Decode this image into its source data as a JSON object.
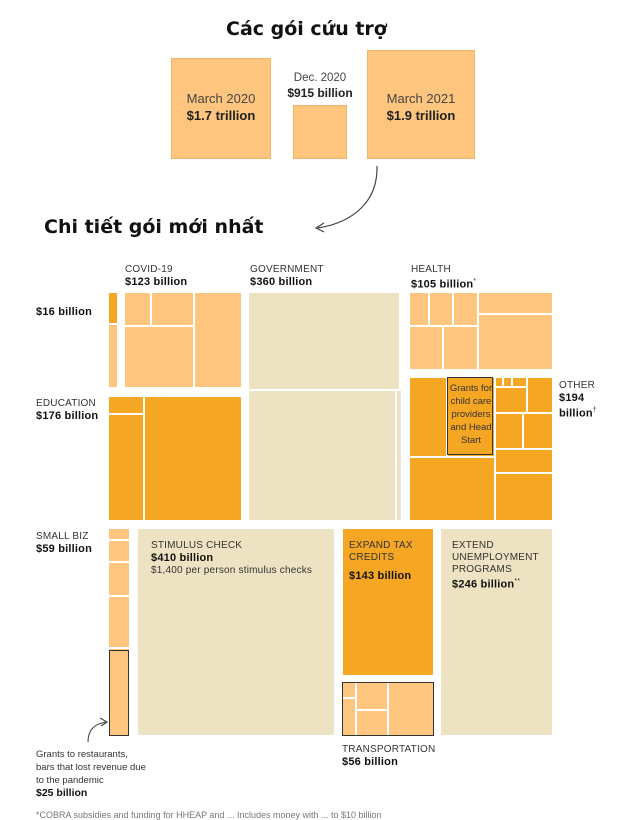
{
  "title_packages": "Các gói cứu trợ",
  "title_detail": "Chi tiết gói mới nhất",
  "packages": [
    {
      "date": "March 2020",
      "amount": "$1.7 trillion"
    },
    {
      "date": "Dec. 2020",
      "amount": "$915 billion"
    },
    {
      "date": "March 2021",
      "amount": "$1.9 trillion"
    }
  ],
  "chart_data": {
    "type": "treemap",
    "title": "Chi tiết gói mới nhất",
    "categories": [
      "COVID-19",
      "GOVERNMENT",
      "HEALTH",
      "OTHER",
      "EDUCATION",
      "SMALL BIZ",
      "STIMULUS CHECK",
      "EXPAND TAX CREDITS",
      "EXTEND UNEMPLOYMENT PROGRAMS",
      "TRANSPORTATION"
    ],
    "values": [
      123,
      360,
      105,
      194,
      176,
      59,
      410,
      143,
      246,
      56
    ],
    "unit": "billion",
    "labels": {
      "covid": {
        "name": "COVID-19",
        "value": "$123 billion"
      },
      "government": {
        "name": "GOVERNMENT",
        "value": "$360 billion"
      },
      "health": {
        "name": "HEALTH",
        "value": "$105 billion",
        "mark": "*"
      },
      "other": {
        "name": "OTHER",
        "value": "$194 billion",
        "mark": "†"
      },
      "education": {
        "name": "EDUCATION",
        "value": "$176 billion"
      },
      "sixteen": {
        "value": "$16 billion"
      },
      "smallbiz": {
        "name": "SMALL BIZ",
        "value": "$59 billion"
      },
      "stimulus": {
        "name": "STIMULUS CHECK",
        "value": "$410 billion",
        "sub": "$1,400 per person stimulus checks"
      },
      "taxcredits": {
        "name": "EXPAND TAX CREDITS",
        "value": "$143 billion"
      },
      "unemployment": {
        "name": "EXTEND UNEMPLOYMENT PROGRAMS",
        "value": "$246 billion",
        "mark": "**"
      },
      "transportation": {
        "name": "TRANSPORTATION",
        "value": "$56 billion"
      }
    },
    "annotations": {
      "childcare": "Grants for child care providers and Head Start",
      "restaurants": "Grants to restaurants, bars that lost revenue due to the pandemic",
      "restaurants_value": "$25 billion"
    }
  },
  "footnote": "*COBRA subsidies and funding for HHEAP and ... Includes money with ... to $10 billion"
}
